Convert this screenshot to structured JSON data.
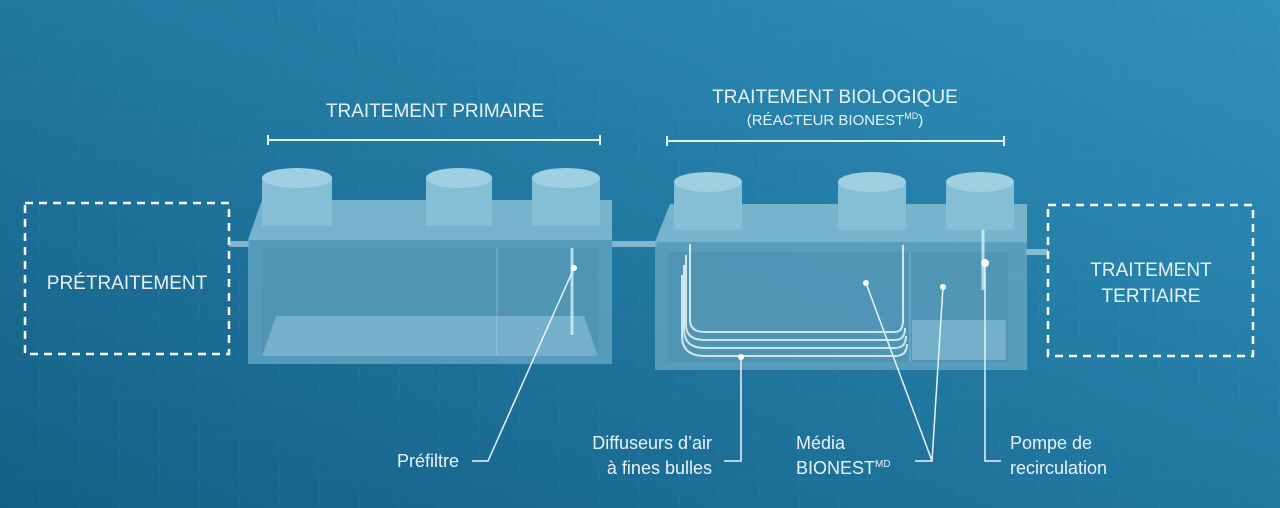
{
  "pretreatment": {
    "label": "PRÉTRAITEMENT"
  },
  "primary": {
    "title": "TRAITEMENT PRIMAIRE"
  },
  "biological": {
    "title": "TRAITEMENT BIOLOGIQUE",
    "subtitle": "(RÉACTEUR  BIONEST",
    "subtitle_sup": "MD",
    "subtitle_end": ")"
  },
  "tertiary": {
    "line1": "TRAITEMENT",
    "line2": "TERTIAIRE"
  },
  "callouts": {
    "prefilter": "Préfiltre",
    "diffusers_1": "Diffuseurs d’air",
    "diffusers_2": "à fines bulles",
    "media_1": "Média",
    "media_2": "BIONEST",
    "media_sup": "MD",
    "pump_1": "Pompe de",
    "pump_2": "recirculation"
  },
  "colors": {
    "bg_dark": "#14628a",
    "bg_light": "#2c8cb8",
    "tank": "#8cc3d8",
    "text": "#e8f3f8"
  }
}
